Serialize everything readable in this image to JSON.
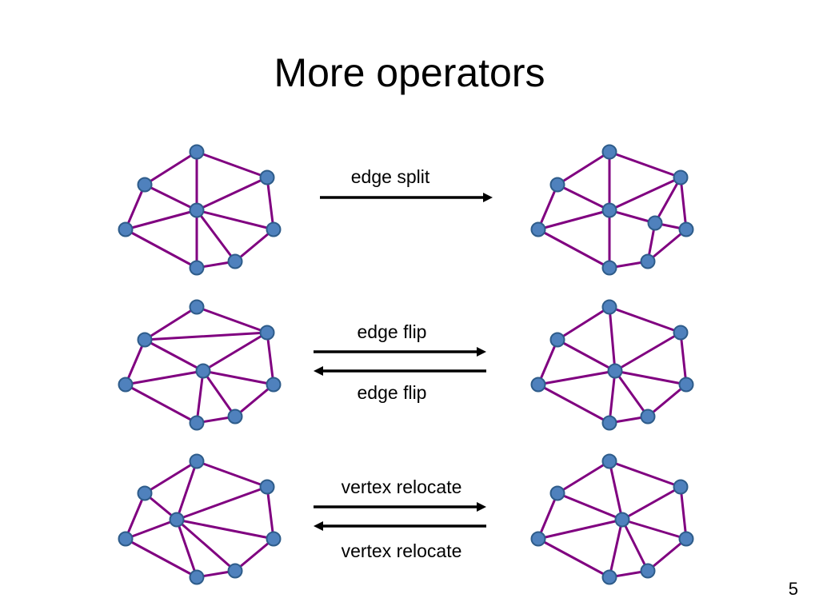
{
  "slide": {
    "title": "More operators",
    "page_number": "5"
  },
  "operators": {
    "edge_split_label": "edge split",
    "edge_flip_forward_label": "edge flip",
    "edge_flip_backward_label": "edge flip",
    "vertex_relocate_forward_label": "vertex relocate",
    "vertex_relocate_backward_label": "vertex relocate"
  },
  "colors": {
    "edge": "#800080",
    "vertex_fill": "#4F81BD",
    "vertex_stroke": "#2E5C8A",
    "arrow": "#000000"
  }
}
